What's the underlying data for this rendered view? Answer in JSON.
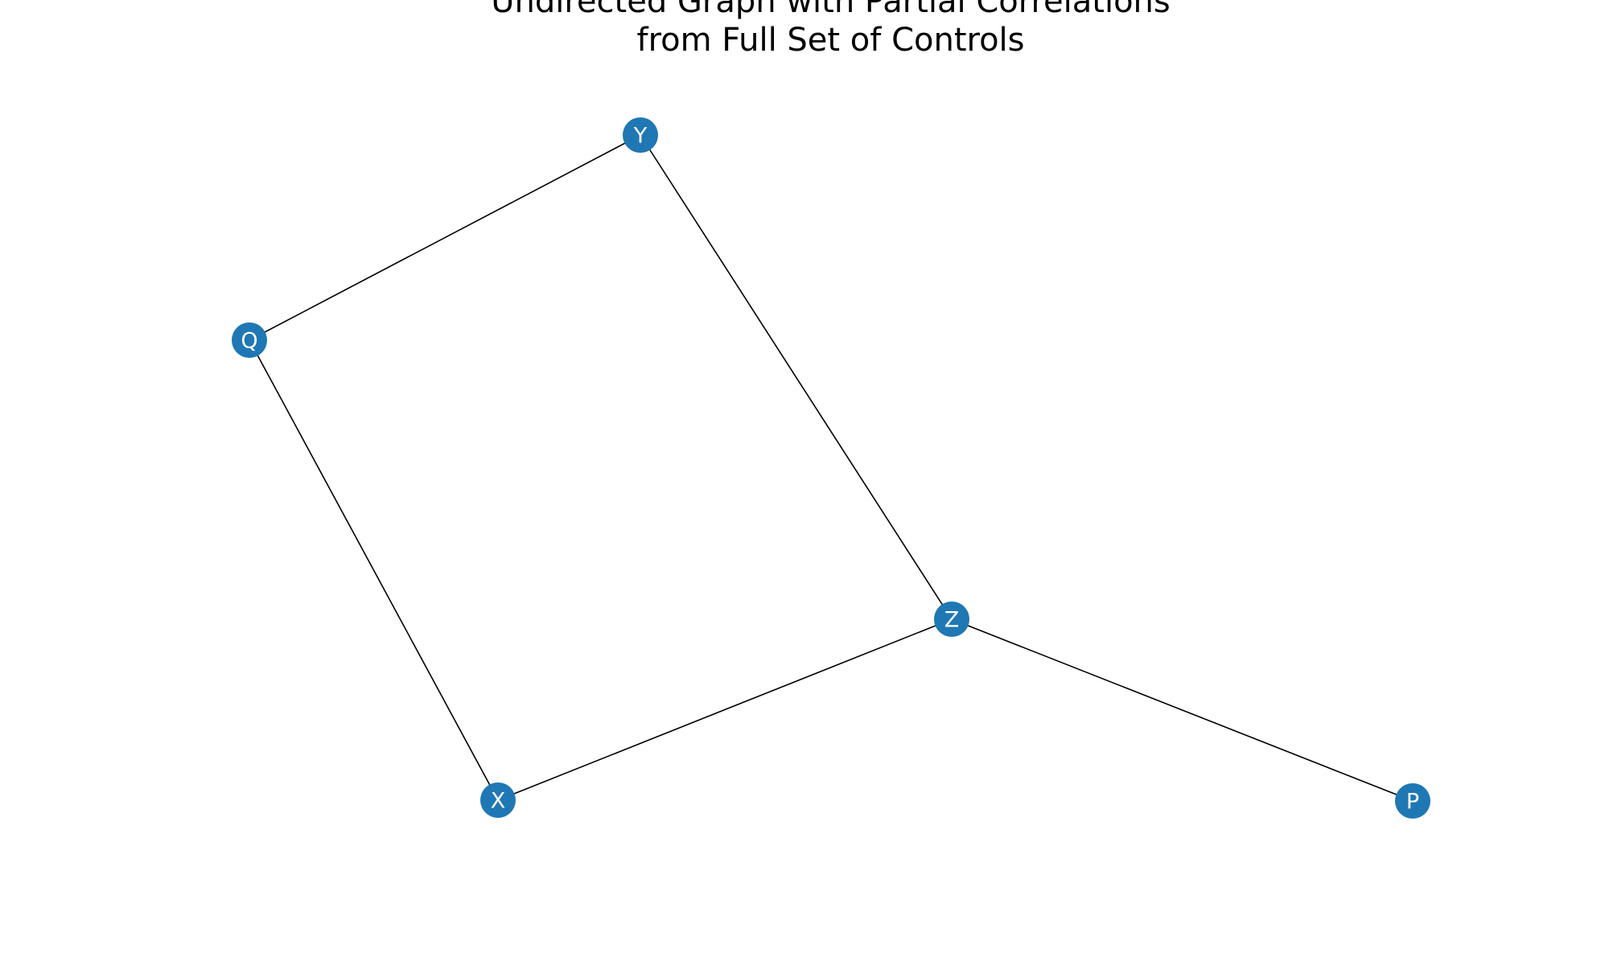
{
  "title": {
    "line1": "Undirected Graph with Partial Correlations",
    "line2": "from Full Set of Controls"
  },
  "colors": {
    "node_fill": "#1f77b4",
    "node_label": "#ffffff",
    "edge": "#000000",
    "background": "#ffffff"
  },
  "graph": {
    "nodes": [
      {
        "id": "Y",
        "label": "Y"
      },
      {
        "id": "Q",
        "label": "Q"
      },
      {
        "id": "Z",
        "label": "Z"
      },
      {
        "id": "X",
        "label": "X"
      },
      {
        "id": "P",
        "label": "P"
      }
    ],
    "edges": [
      {
        "source": "Q",
        "target": "Y"
      },
      {
        "source": "Y",
        "target": "Z"
      },
      {
        "source": "Q",
        "target": "X"
      },
      {
        "source": "X",
        "target": "Z"
      },
      {
        "source": "Z",
        "target": "P"
      }
    ]
  }
}
